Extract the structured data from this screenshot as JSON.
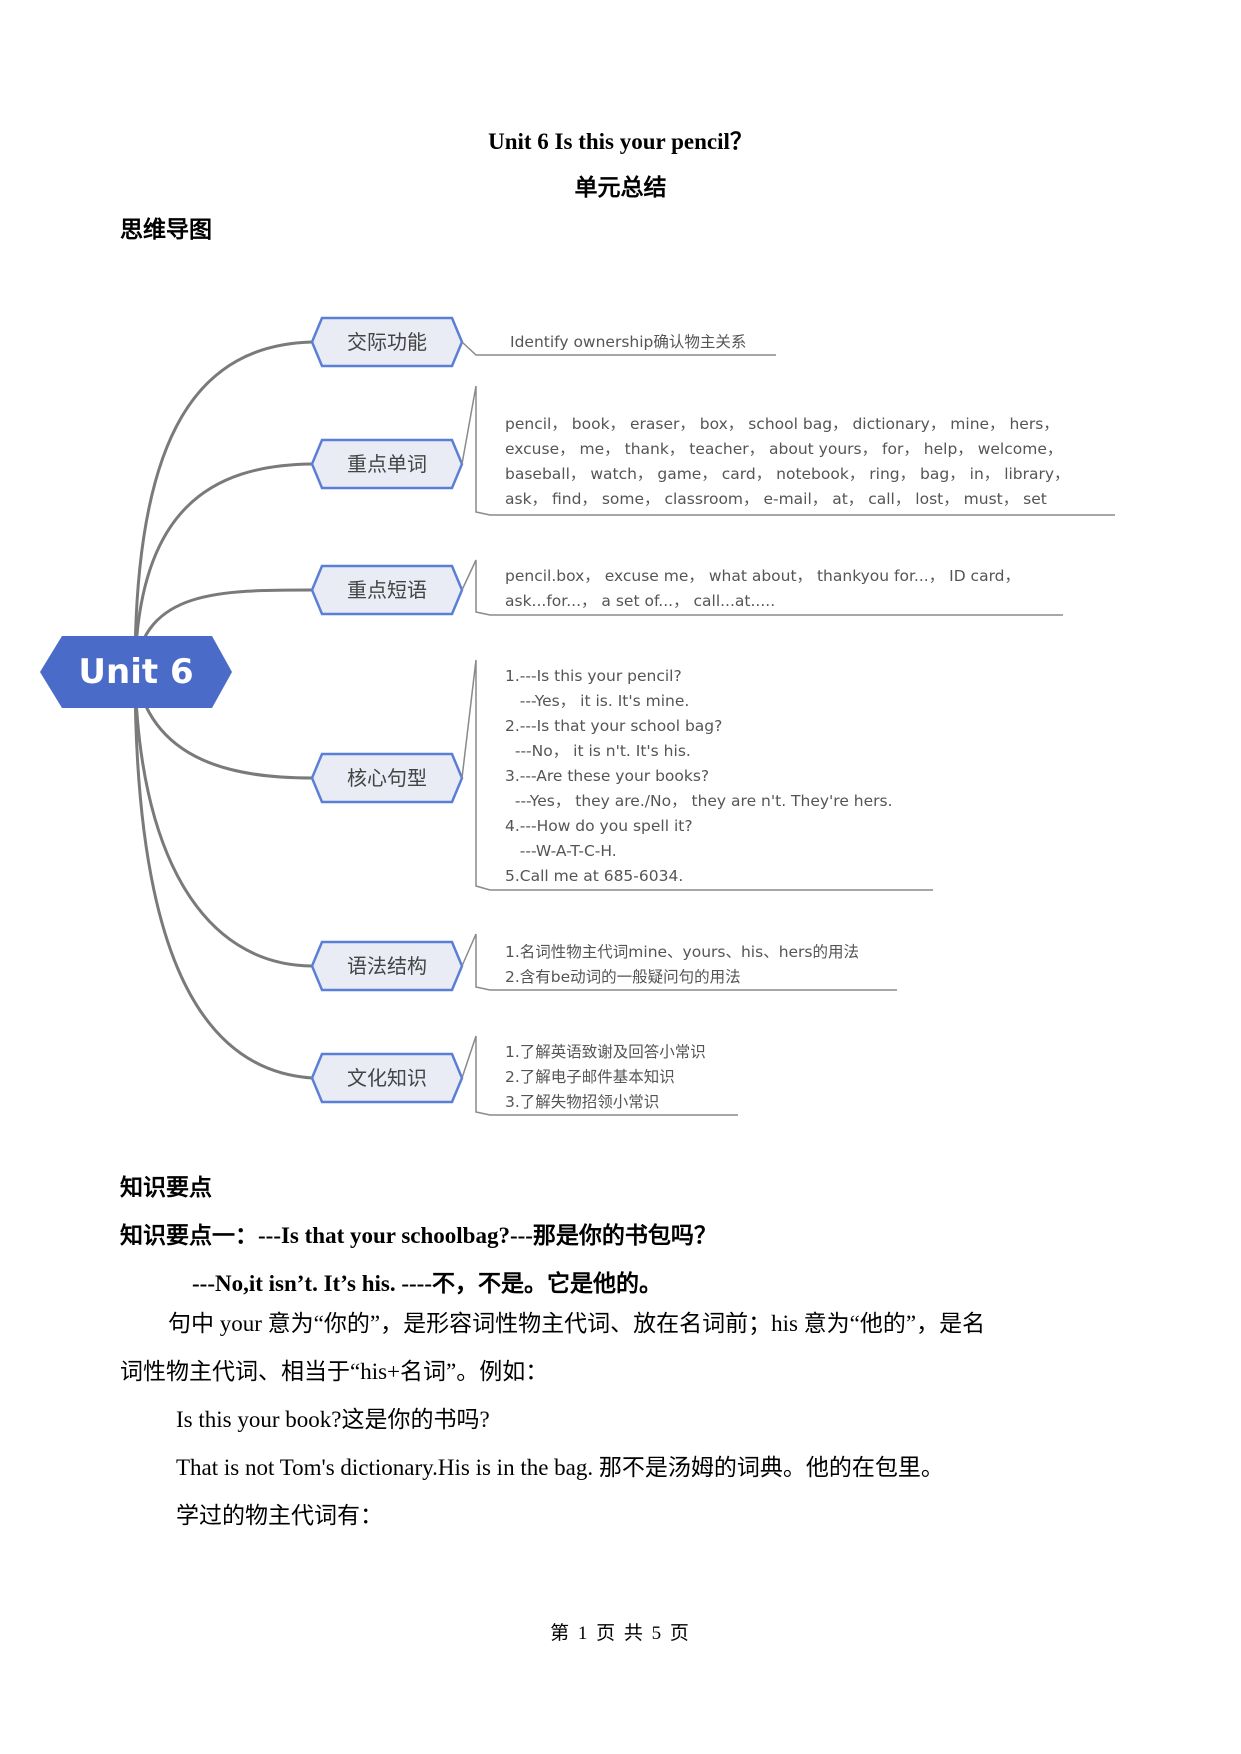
{
  "header": {
    "title": "Unit 6  Is this your pencil？",
    "subtitle": "单元总结",
    "section_mindmap": "思维导图"
  },
  "mindmap": {
    "root": "Unit 6",
    "colors": {
      "root_fill": "#4a6bc8",
      "node_fill": "#e9ebf5",
      "node_border": "#5b7fd6",
      "branch": "#7a7a7a"
    },
    "nodes": [
      {
        "label": "交际功能",
        "lines": [
          "Identify ownership确认物主关系"
        ]
      },
      {
        "label": "重点单词",
        "lines": [
          "pencil， book， eraser， box， school bag， dictionary， mine， hers，",
          "excuse， me， thank， teacher， about yours， for， help， welcome，",
          "baseball， watch， game， card， notebook， ring， bag， in， library，",
          "ask， find， some， classroom， e-mail， at， call， lost， must， set"
        ]
      },
      {
        "label": "重点短语",
        "lines": [
          "pencil.box， excuse me， what about， thankyou for...， ID card，",
          "ask...for...， a set of...， call...at....."
        ]
      },
      {
        "label": "核心句型",
        "lines": [
          "1.---Is this your pencil?",
          "   ---Yes， it is. It's mine.",
          "2.---Is that your school bag?",
          "  ---No， it is n't. It's his.",
          "3.---Are these your books?",
          "  ---Yes， they are./No， they are n't. They're hers.",
          "4.---How do you spell it?",
          "   ---W-A-T-C-H.",
          "5.Call me at 685-6034."
        ]
      },
      {
        "label": "语法结构",
        "lines": [
          "1.名词性物主代词mine、yours、his、hers的用法",
          "2.含有be动词的一般疑问句的用法"
        ]
      },
      {
        "label": "文化知识",
        "lines": [
          "1.了解英语致谢及回答小常识",
          "2.了解电子邮件基本知识",
          "3.了解失物招领小常识"
        ]
      }
    ]
  },
  "knowledge": {
    "heading": "知识要点",
    "point1_title": "知识要点一：---Is that your schoolbag?---那是你的书包吗？",
    "point1_answer": "---No,it isn’t. It’s his. ----不，不是。它是他的。",
    "explain_line1": "句中 your 意为“你的”，是形容词性物主代词、放在名词前；his 意为“他的”，是名",
    "explain_line2": "词性物主代词、相当于“his+名词”。例如：",
    "example1": "Is this your book?这是你的书吗?",
    "example2": "That is not Tom's dictionary.His is in the bag. 那不是汤姆的词典。他的在包里。",
    "learned": "学过的物主代词有："
  },
  "footer": {
    "page": "第 1 页 共 5 页"
  }
}
